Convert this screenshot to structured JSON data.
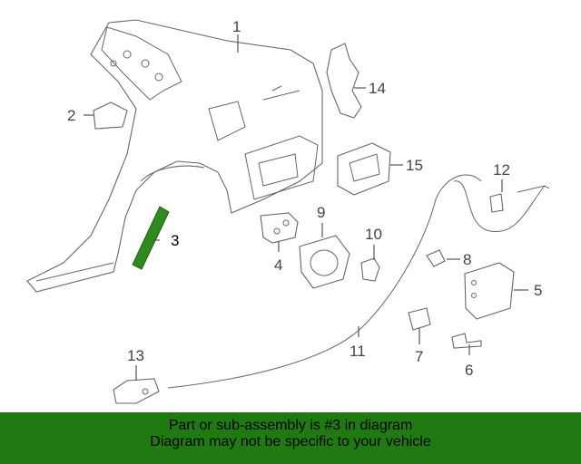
{
  "callouts": {
    "c1": "1",
    "c2": "2",
    "c3": "3",
    "c4": "4",
    "c5": "5",
    "c6": "6",
    "c7": "7",
    "c8": "8",
    "c9": "9",
    "c10": "10",
    "c11": "11",
    "c12": "12",
    "c13": "13",
    "c14": "14",
    "c15": "15"
  },
  "highlight": {
    "part": "3",
    "color": "#2f8a1f"
  },
  "banner": {
    "line1": "Part or sub-assembly is #3 in diagram",
    "line2": "Diagram may not be specific to your vehicle",
    "color": "#1f7a12"
  }
}
